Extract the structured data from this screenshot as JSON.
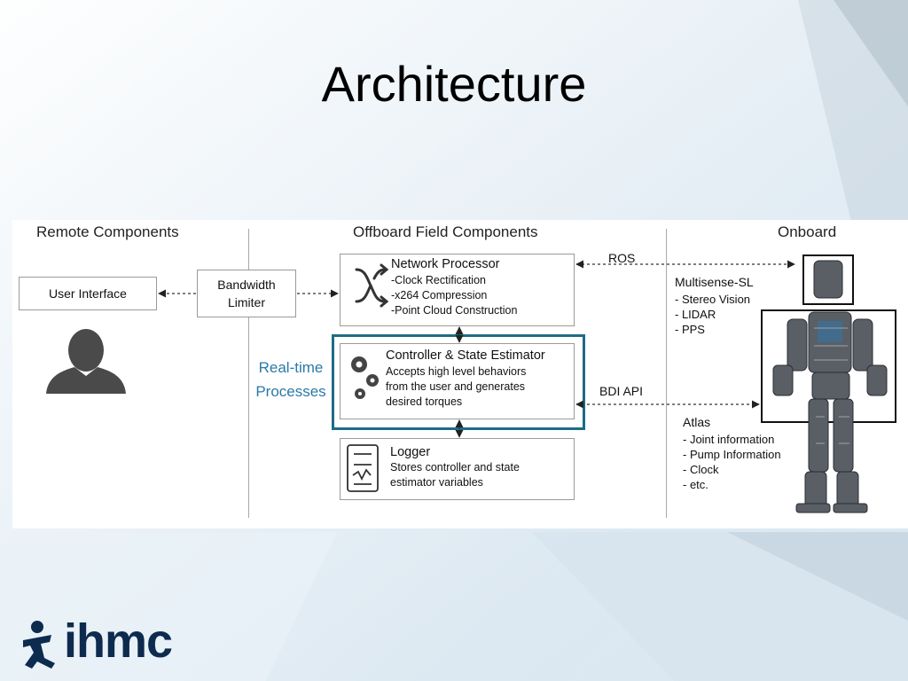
{
  "slide": {
    "title": "Architecture"
  },
  "sections": {
    "remote": "Remote Components",
    "offboard": "Offboard Field Components",
    "onboard": "Onboard"
  },
  "remote": {
    "user_interface": "User Interface",
    "bandwidth_limiter": [
      "Bandwidth",
      "Limiter"
    ]
  },
  "network_processor": {
    "title": "Network Processor",
    "items": [
      "-Clock Rectification",
      "-x264 Compression",
      "-Point Cloud Construction"
    ]
  },
  "controller": {
    "title": "Controller & State Estimator",
    "desc": [
      "Accepts high level behaviors",
      "from the user and generates",
      "desired torques"
    ]
  },
  "logger": {
    "title": "Logger",
    "desc": [
      "Stores controller and state",
      "estimator variables"
    ]
  },
  "realtime_label": [
    "Real-time",
    "Processes"
  ],
  "connections": {
    "ros": "ROS",
    "bdi_api": "BDI API"
  },
  "multisense": {
    "title": "Multisense-SL",
    "items": [
      "- Stereo Vision",
      "- LIDAR",
      "- PPS"
    ]
  },
  "atlas": {
    "title": "Atlas",
    "items": [
      "- Joint information",
      "- Pump Information",
      "- Clock",
      "- etc."
    ]
  },
  "logo": {
    "text": "ihmc"
  },
  "colors": {
    "highlight": "#1c6c86",
    "realtime_text": "#2a7aa8",
    "logo": "#0d2b4e"
  }
}
